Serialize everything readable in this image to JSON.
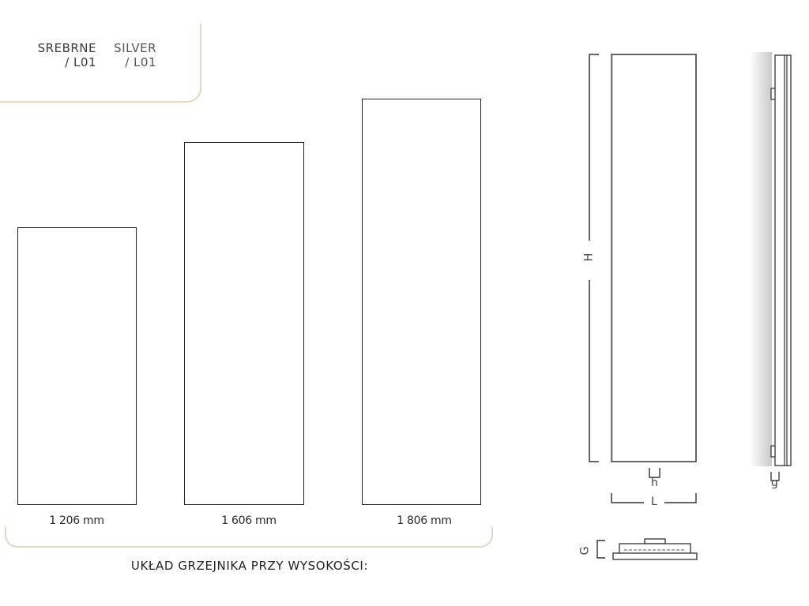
{
  "finish_tag": {
    "pl_name": "SREBRNE",
    "pl_code": "/ L01",
    "en_name": "SILVER",
    "en_code": "/ L01"
  },
  "heights": [
    {
      "label": "1 206 mm",
      "value_mm": 1206
    },
    {
      "label": "1 606 mm",
      "value_mm": 1606
    },
    {
      "label": "1 806 mm",
      "value_mm": 1806
    }
  ],
  "caption": "UKŁAD GRZEJNIKA PRZY WYSOKOŚCI:",
  "dimensions": {
    "height": "H",
    "pipe_spacing": "h",
    "length": "L",
    "depth": "G",
    "wall_gap": "g"
  },
  "colors": {
    "accent_bracket": "#e6d7c3",
    "line": "#222222"
  }
}
